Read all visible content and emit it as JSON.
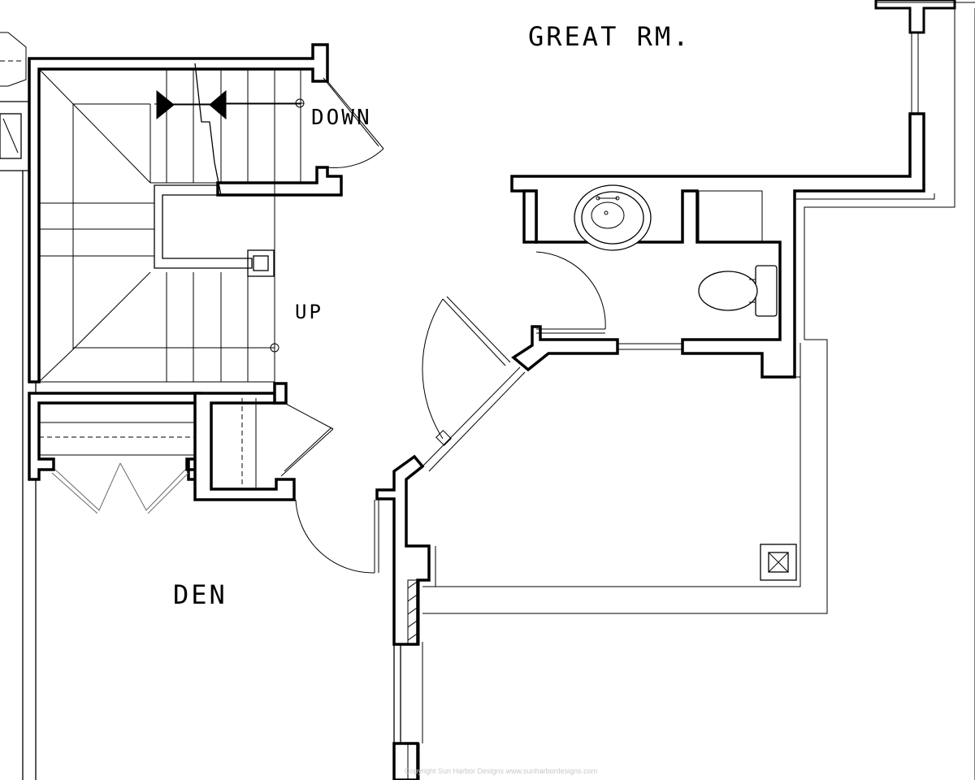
{
  "plan": {
    "labels": {
      "great_room": "GREAT RM.",
      "den": "DEN",
      "stair_down": "DOWN",
      "stair_up": "UP"
    },
    "copyright": "Copyright Sun Harbor Designs www.sunharbordesigns.com",
    "icons": {
      "sink": "sink-icon",
      "toilet": "toilet-icon",
      "column": "column-icon",
      "stair_arrows": "arrow-icon"
    },
    "colors": {
      "line": "#000000",
      "background": "#ffffff",
      "watermark": "#c8c8c8"
    }
  }
}
